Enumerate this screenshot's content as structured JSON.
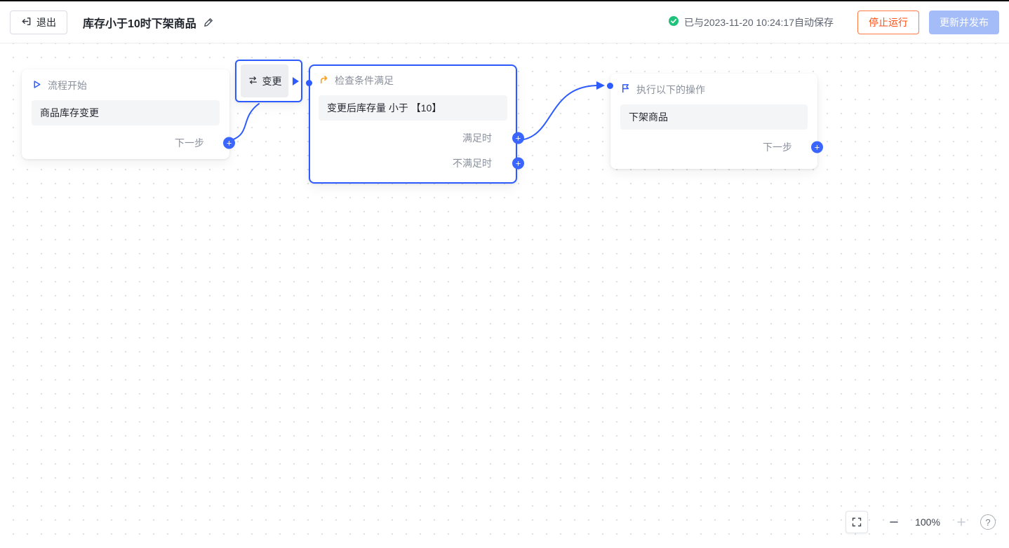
{
  "header": {
    "exit": "退出",
    "title": "库存小于10时下架商品",
    "autosave": "已与2023-11-20 10:24:17自动保存",
    "stop": "停止运行",
    "publish": "更新并发布"
  },
  "flow": {
    "start": {
      "title": "流程开始",
      "content": "商品库存变更",
      "next": "下一步"
    },
    "trigger": {
      "label": "变更"
    },
    "condition": {
      "title": "检查条件满足",
      "content": "变更后库存量 小于 【10】",
      "when_met": "满足时",
      "when_not_met": "不满足时"
    },
    "action": {
      "title": "执行以下的操作",
      "content": "下架商品",
      "next": "下一步"
    }
  },
  "zoom": {
    "level": "100%"
  },
  "colors": {
    "accent": "#2E5BFF",
    "stop_button": "#FF4E0F",
    "publish_disabled_bg": "#A4BCF8",
    "success_check": "#1EC27A",
    "condition_icon": "#FF9C1B"
  }
}
